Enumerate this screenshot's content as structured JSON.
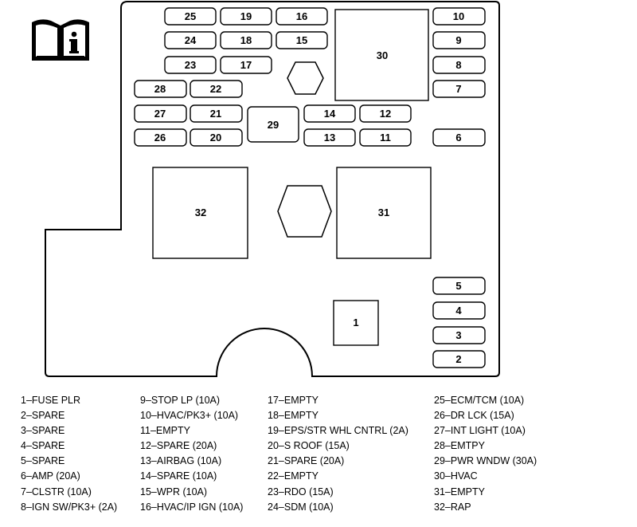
{
  "fuses": {
    "f1": "1",
    "f2": "2",
    "f3": "3",
    "f4": "4",
    "f5": "5",
    "f6": "6",
    "f7": "7",
    "f8": "8",
    "f9": "9",
    "f10": "10",
    "f11": "11",
    "f12": "12",
    "f13": "13",
    "f14": "14",
    "f15": "15",
    "f16": "16",
    "f17": "17",
    "f18": "18",
    "f19": "19",
    "f20": "20",
    "f21": "21",
    "f22": "22",
    "f23": "23",
    "f24": "24",
    "f25": "25",
    "f26": "26",
    "f27": "27",
    "f28": "28",
    "f29": "29",
    "f30": "30",
    "f31": "31",
    "f32": "32"
  },
  "icon": "info-manual-icon",
  "legend": {
    "col1": [
      "1–FUSE PLR",
      "2–SPARE",
      "3–SPARE",
      "4–SPARE",
      "5–SPARE",
      "6–AMP (20A)",
      "7–CLSTR (10A)",
      "8–IGN SW/PK3+ (2A)"
    ],
    "col2": [
      "9–STOP LP (10A)",
      "10–HVAC/PK3+ (10A)",
      "11–EMPTY",
      "12–SPARE (20A)",
      "13–AIRBAG (10A)",
      "14–SPARE (10A)",
      "15–WPR (10A)",
      "16–HVAC/IP IGN (10A)"
    ],
    "col3": [
      "17–EMPTY",
      "18–EMPTY",
      "19–EPS/STR WHL CNTRL (2A)",
      "20–S ROOF (15A)",
      "21–SPARE (20A)",
      "22–EMPTY",
      "23–RDO (15A)",
      "24–SDM (10A)"
    ],
    "col4": [
      "25–ECM/TCM (10A)",
      "26–DR LCK (15A)",
      "27–INT LIGHT (10A)",
      "28–EMTPY",
      "29–PWR WNDW (30A)",
      "30–HVAC",
      "31–EMPTY",
      "32–RAP"
    ]
  }
}
